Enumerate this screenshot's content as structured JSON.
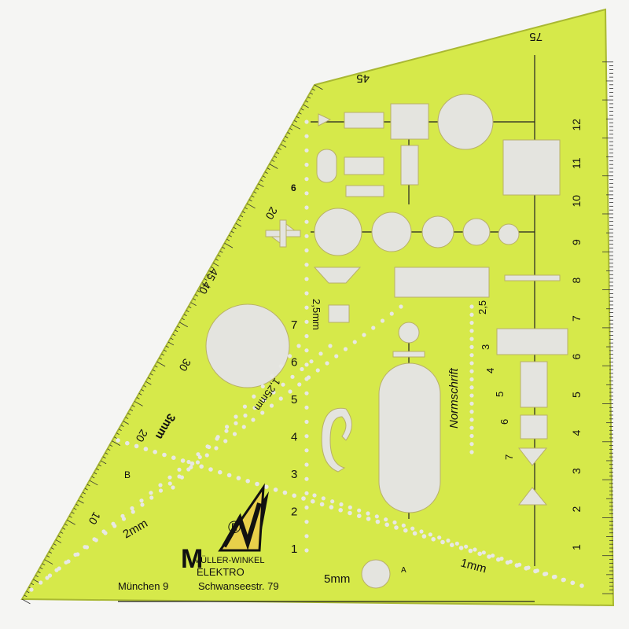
{
  "colors": {
    "stencil": "#d6e94a",
    "background": "#f5f5f3",
    "holes": "#e4e4df"
  },
  "logo": {
    "brand": "MÜLLER-WINKEL",
    "registered": "®"
  },
  "labels": {
    "elektro": "ELEKTRO",
    "city": "München 9",
    "street": "Schwanseestr. 79",
    "circle_5mm": "5mm",
    "circle_letter": "A",
    "line_1mm": "1mm",
    "line_2mm": "2mm",
    "line_3mm": "3mm",
    "line_125mm": "1,25mm",
    "line_25mm": "2,5mm",
    "normschrift": "Normschrift",
    "letter_b": "B",
    "angle_45": "45",
    "angle_75": "75",
    "edge_4540": "45 40",
    "six_mark": "6"
  },
  "right_scale": [
    "1",
    "2",
    "3",
    "4",
    "5",
    "6",
    "7",
    "8",
    "9",
    "10",
    "11",
    "12"
  ],
  "left_column": [
    "1",
    "2",
    "3",
    "4",
    "5",
    "6",
    "7"
  ],
  "diag_scale": [
    "10",
    "20",
    "30",
    "20"
  ],
  "normschrift_sizes": [
    "2,5",
    "3",
    "4",
    "5",
    "6",
    "7"
  ]
}
